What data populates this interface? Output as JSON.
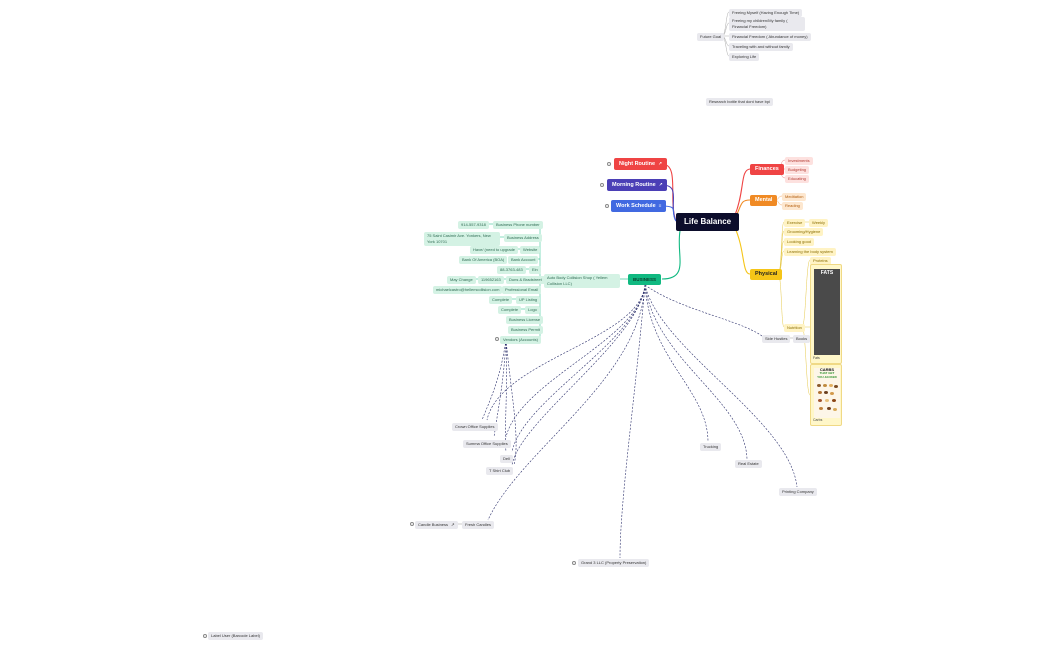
{
  "root": {
    "label": "Life Balance"
  },
  "routines": {
    "night": "Night Routine",
    "morning": "Morning Routine",
    "work": "Work Schedule"
  },
  "future_goal": {
    "label": "Future Goal",
    "items": [
      "Freeing Myself (Having Enough Time)",
      "Freeing my children/My family ( Financial Freedom)",
      "Financial Freedom ( Abundance of money)",
      "Traveling with and without family",
      "Exploring Life"
    ]
  },
  "research_note": "Research bottle that dont have bpi",
  "finances": {
    "label": "Finances",
    "items": [
      "Investments",
      "Budgeting",
      "Educating"
    ]
  },
  "mental": {
    "label": "Mental",
    "items": [
      "Meditation",
      "Reading"
    ]
  },
  "physical": {
    "label": "Physical",
    "exercise": "Exercise",
    "weekly": "Weekly",
    "items": [
      "Grooming/Hygiene",
      "Looking good",
      "Learning the body system"
    ],
    "nutrition": "Nutrition",
    "proteins": "Proteins",
    "fats": "Fats",
    "carbs": "Carbs",
    "fats_poster_title": "FATS",
    "carbs_poster_line1": "CARBS",
    "carbs_poster_line2": "THAT GET",
    "carbs_poster_line3": "YOU JACKED"
  },
  "side_hustles": {
    "label": "Side Hustles",
    "books": "Books"
  },
  "business": {
    "label": "BUSINESS",
    "entity": "Auto Body Collision Shop ( Yellem Collision LLC)",
    "details": [
      {
        "key": "Business Phone number",
        "value": "914-557-9318"
      },
      {
        "key": "Business Address",
        "value": "75 Saint Casimir Ave. Yonkers, New York 10701"
      },
      {
        "key": "Website",
        "value": "Have/ (need to upgrade"
      },
      {
        "key": "Bank Account",
        "value": "Bank Of America (BOA)"
      },
      {
        "key": "Ein",
        "value": "88-3763-483"
      },
      {
        "key": "Duns & Bradstreet",
        "value": "119652163"
      },
      {
        "key": "Professional Email",
        "value": "michaelcastro@hellemcollision.com"
      },
      {
        "key": "UP Listing",
        "value": "Complete"
      },
      {
        "key": "Logo",
        "value": "Complete"
      },
      {
        "key": "Business License",
        "value": ""
      },
      {
        "key": "Business Permit",
        "value": ""
      },
      {
        "key": "Vendors (Accounts)",
        "value": ""
      }
    ],
    "duns_extra": "May Change",
    "vendors": [
      "Crown Office Supplies",
      "Summa Office Supplies",
      "Dell",
      "T Shirt Club"
    ],
    "ventures": [
      "Trucking",
      "Real Estate",
      "Printing Company"
    ],
    "candles": {
      "label": "Fresh Candles",
      "sub": "Candle Business"
    },
    "grand3": "Grand 3 LLC (Property Preservation)"
  },
  "floating": "Label User (Barcode Label)",
  "colors": {
    "night": "#ef4444",
    "morning": "#4b3fb6",
    "work": "#4169e1",
    "finances": "#ef4444",
    "mental": "#f08a24",
    "physical": "#f5c518",
    "business": "#10b981",
    "root": "#0c0d2b",
    "dashed": "#2b2f6b"
  }
}
